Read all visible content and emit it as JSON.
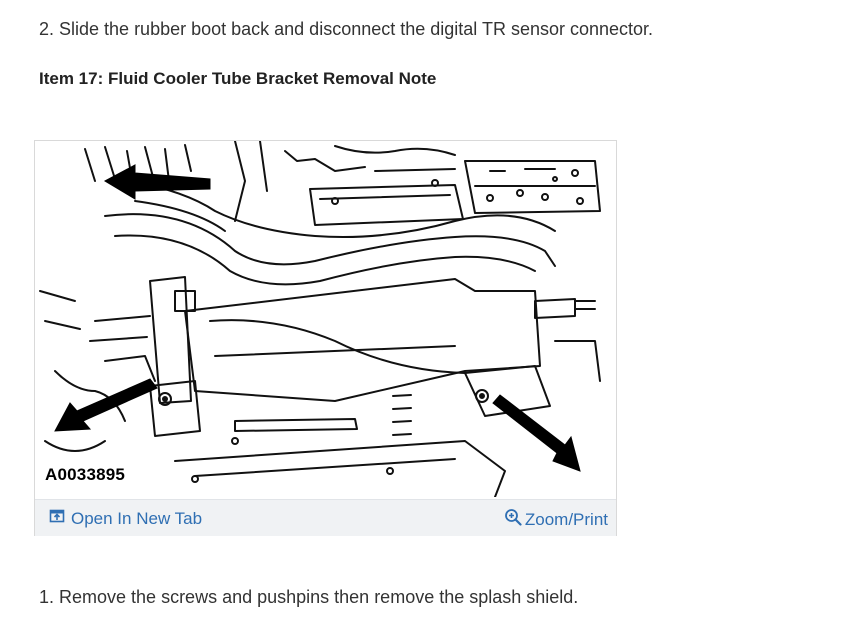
{
  "document": {
    "step_top": "2. Slide the rubber boot back and disconnect the digital TR sensor connector.",
    "item_heading": "Item 17: Fluid Cooler Tube Bracket Removal Note",
    "figure": {
      "code": "A0033895",
      "open_label": "Open In New Tab",
      "open_icon": "open-in-new-tab-icon",
      "zoom_label": "Zoom/Print",
      "zoom_icon": "zoom-icon"
    },
    "step_bottom": "1. Remove the screws and pushpins then remove the splash shield."
  },
  "colors": {
    "link": "#2f6fb3",
    "text": "#333333",
    "bar_background": "#f0f2f4"
  }
}
